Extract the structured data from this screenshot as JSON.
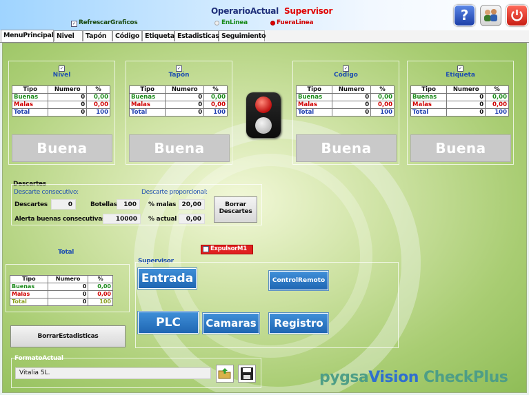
{
  "header": {
    "refrescar_label": "RefrescarGraficos",
    "operario_label": "OperarioActual",
    "operario_value": "Supervisor",
    "en_linea": "EnLinea",
    "fuera_linea": "FueraLinea"
  },
  "tabs": [
    {
      "label": "MenuPrincipal"
    },
    {
      "label": "Nivel"
    },
    {
      "label": "Tapón"
    },
    {
      "label": "Código"
    },
    {
      "label": "Etiqueta"
    },
    {
      "label": "Estadisticas"
    },
    {
      "label": "Seguimiento"
    }
  ],
  "table_headers": {
    "tipo": "Tipo",
    "numero": "Numero",
    "pct": "%"
  },
  "stations": [
    {
      "title": "Nivel",
      "status": "Buena",
      "rows": [
        {
          "tipo": "Buenas",
          "numero": "0",
          "pct": "0,00"
        },
        {
          "tipo": "Malas",
          "numero": "0",
          "pct": "0,00"
        },
        {
          "tipo": "Total",
          "numero": "0",
          "pct": "100"
        }
      ]
    },
    {
      "title": "Tapón",
      "status": "Buena",
      "rows": [
        {
          "tipo": "Buenas",
          "numero": "0",
          "pct": "0,00"
        },
        {
          "tipo": "Malas",
          "numero": "0",
          "pct": "0,00"
        },
        {
          "tipo": "Total",
          "numero": "0",
          "pct": "100"
        }
      ]
    },
    {
      "title": "Código",
      "status": "Buena",
      "rows": [
        {
          "tipo": "Buenas",
          "numero": "0",
          "pct": "0,00"
        },
        {
          "tipo": "Malas",
          "numero": "0",
          "pct": "0,00"
        },
        {
          "tipo": "Total",
          "numero": "0",
          "pct": "100"
        }
      ]
    },
    {
      "title": "Etiqueta",
      "status": "Buena",
      "rows": [
        {
          "tipo": "Buenas",
          "numero": "0",
          "pct": "0,00"
        },
        {
          "tipo": "Malas",
          "numero": "0",
          "pct": "0,00"
        },
        {
          "tipo": "Total",
          "numero": "0",
          "pct": "100"
        }
      ]
    }
  ],
  "descartes": {
    "title": "Descartes",
    "consecutivo_label": "Descarte consecutivo:",
    "proporcional_label": "Descarte proporcional:",
    "descartes_label": "Descartes",
    "descartes_value": "0",
    "botellas_label": "Botellas",
    "botellas_value": "100",
    "pct_malas_label": "% malas",
    "pct_malas_value": "20,00",
    "alerta_label": "Alerta buenas consecutivas",
    "alerta_value": "10000",
    "pct_actual_label": "% actual",
    "pct_actual_value": "0,00",
    "borrar_line1": "Borrar",
    "borrar_line2": "Descartes"
  },
  "expulsor_label": "ExpulsorM1",
  "total": {
    "title": "Total",
    "rows": [
      {
        "tipo": "Buenas",
        "numero": "0",
        "pct": "0,00"
      },
      {
        "tipo": "Malas",
        "numero": "0",
        "pct": "0,00"
      },
      {
        "tipo": "Total",
        "numero": "0",
        "pct": "100"
      }
    ]
  },
  "borrar_estadisticas": "BorrarEstadisticas",
  "supervisor": {
    "title": "Supervisor",
    "entrada": "Entrada",
    "control_remoto": "ControlRemoto",
    "plc": "PLC",
    "camaras": "Camaras",
    "registro": "Registro"
  },
  "formato": {
    "title": "FormatoActual",
    "value": "Vitalia 5L."
  },
  "brand": {
    "part1": "pygsa",
    "part2": "Vision",
    "part3": " CheckPlus"
  },
  "colors": {
    "accent_blue": "#1f66b3",
    "supervisor_red": "#e00000",
    "online_green": "#1a8a1a"
  }
}
